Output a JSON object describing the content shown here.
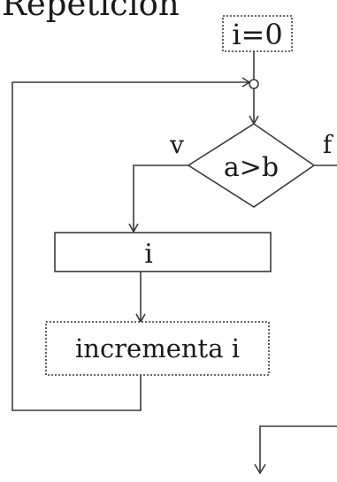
{
  "title": "Repetición",
  "nodes": {
    "init": "i=0",
    "condition": "a>b",
    "body": "i",
    "increment": "incrementa i"
  },
  "branches": {
    "true_label": "v",
    "false_label": "f"
  }
}
